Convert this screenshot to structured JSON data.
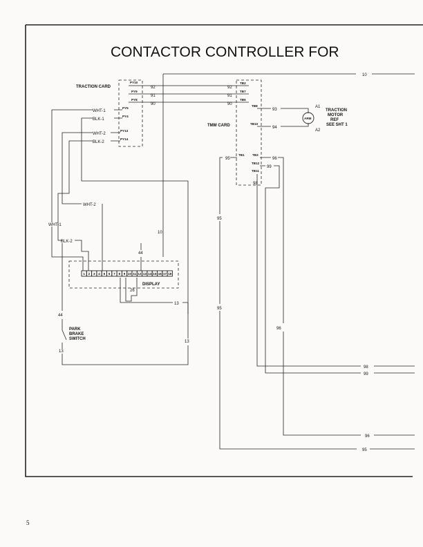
{
  "title": "CONTACTOR CONTROLLER FOR",
  "page_number": "5",
  "labels": {
    "traction_card": "TRACTION CARD",
    "tmm_card": "TMM CARD",
    "display": "DISPLAY",
    "arm": "ARM",
    "a1": "A1",
    "a2": "A2",
    "motor_line1": "TRACTION",
    "motor_line2": "MOTOR",
    "motor_line3": "REF",
    "motor_line4": "SEE SHT 1",
    "park_line1": "PARK",
    "park_line2": "BRAKE",
    "park_line3": "SWITCH"
  },
  "traction_pins": {
    "py10": "PY10",
    "py9": "PY9",
    "py8": "PY8",
    "py5": "PY5",
    "py4": "PY4",
    "py13": "PY13",
    "py14": "PY14"
  },
  "tmm_pins": {
    "tb2": "TB2",
    "tb7": "TB7",
    "tb6": "TB6",
    "tb8": "TB8",
    "tb10": "TB10",
    "tb1": "TB1",
    "tb3": "TB3",
    "tb12": "TB12",
    "tb11": "TB11"
  },
  "wire_colors": {
    "wht1": "WHT-1",
    "blk1": "BLK-1",
    "wht2": "WHT-2",
    "blk2": "BLK-2"
  },
  "wire_numbers": {
    "n10": "10",
    "n92": "92",
    "n91": "91",
    "n90": "90",
    "n93": "93",
    "n94": "94",
    "n95": "95",
    "n96": "96",
    "n98": "98",
    "n99": "99",
    "n44": "44",
    "n13": "13",
    "n26": "26"
  },
  "display_pins": [
    "1",
    "2",
    "3",
    "4",
    "5",
    "6",
    "7",
    "8",
    "9",
    "10",
    "11",
    "12",
    "13",
    "14",
    "15",
    "16",
    "17",
    "18"
  ]
}
